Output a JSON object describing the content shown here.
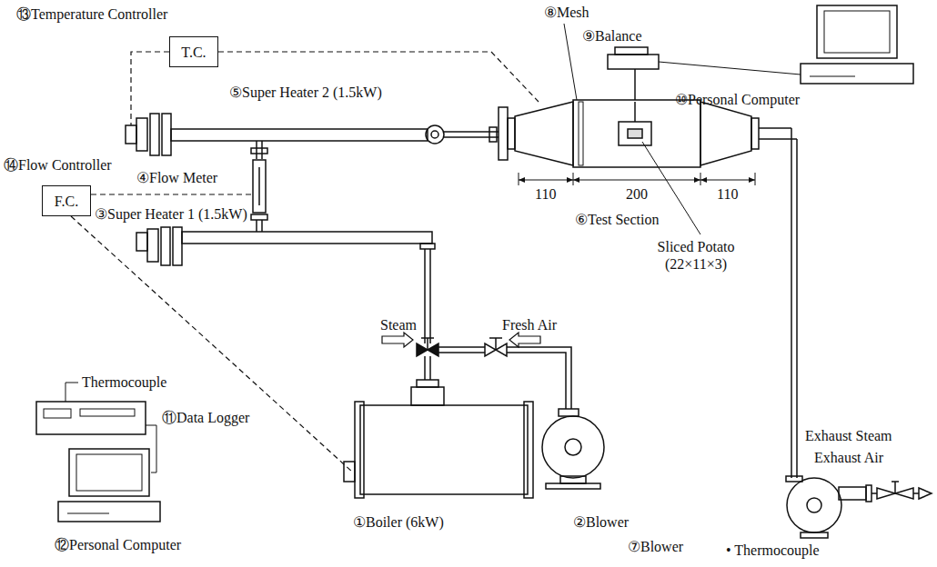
{
  "diagram": {
    "nodes": [
      {
        "text": [
          "T.C."
        ]
      },
      {
        "text": [
          "F.C."
        ]
      }
    ],
    "labels": [
      "⑬Temperature Controller",
      "⑧Mesh",
      "⑨Balance",
      "⑤Super Heater 2 (1.5kW)",
      "⑩Personal Computer",
      "⑭Flow Controller",
      "④Flow Meter",
      "③Super Heater 1 (1.5kW)",
      "110",
      "200",
      "110",
      "⑥Test Section",
      "Sliced Potato (22×11×3)",
      "Steam",
      "Fresh Air",
      "Exhaust Steam",
      "Exhaust Air",
      "Thermocouple",
      "⑪Data Logger",
      "⑫Personal Computer",
      "①Boiler (6kW)",
      "②Blower",
      "⑦Blower",
      "• Thermocouple"
    ]
  }
}
